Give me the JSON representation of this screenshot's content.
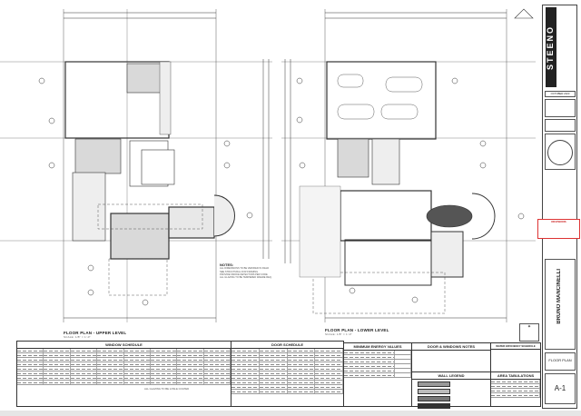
{
  "plans": {
    "upper": {
      "title": "FLOOR PLAN - UPPER LEVEL",
      "scale": "SCALE: 1/8\" = 1'-0\""
    },
    "lower": {
      "title": "FLOOR PLAN - LOWER LEVEL",
      "scale": "SCALE: 1/8\" = 1'-0\""
    }
  },
  "notes": {
    "heading": "NOTES:",
    "lines": [
      "ALL DIMENSIONS TO BE VERIFIED IN FIELD",
      "SEE STRUCTURAL FOR FRAMING",
      "PROVIDE SMOKE DETECTORS PER CODE",
      "ALL GLAZING TO BE TEMPERED WHERE REQ."
    ]
  },
  "schedules": {
    "window": {
      "title": "WINDOW SCHEDULE",
      "note": "ALL GLAZING TO BE LOW-E COATED"
    },
    "door": {
      "title": "DOOR SCHEDULE"
    },
    "energy": {
      "title": "MINIMUM ENERGY VALUES"
    },
    "door_window_notes": {
      "title": "DOOR & WINDOWS NOTES"
    },
    "wall_legend": {
      "title": "WALL LEGEND"
    },
    "water": {
      "title": "WATER EFFICIENCY SCHEDULE"
    },
    "area": {
      "title": "AREA TABULATIONS"
    }
  },
  "title_block": {
    "firm": "STEENO",
    "date": "OCTOBER 2023",
    "client": "BRUNO MANCINELLI",
    "sheet_title": "FLOOR PLAN",
    "sheet_number": "A-1",
    "revisions": "REVISIONS"
  },
  "colors": {
    "line": "#333333",
    "fill": "#d9d9d9",
    "revision": "#cc2222"
  }
}
